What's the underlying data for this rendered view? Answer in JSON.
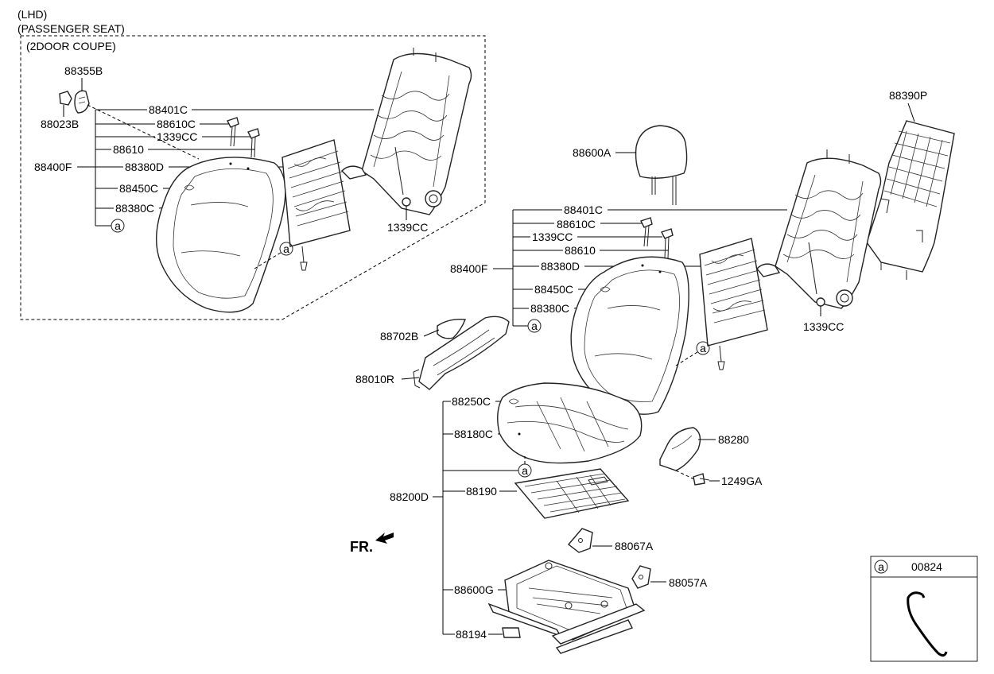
{
  "header": {
    "line1": "(LHD)",
    "line2": "(PASSENGER SEAT)",
    "variant": "(2DOOR COUPE)"
  },
  "coupe_labels": {
    "p88355B": "88355B",
    "p88023B": "88023B",
    "p88401C": "88401C",
    "p88610C": "88610C",
    "p1339CC_a": "1339CC",
    "p88610": "88610",
    "p88400F": "88400F",
    "p88380D": "88380D",
    "p88450C": "88450C",
    "p88380C": "88380C",
    "p1339CC_b": "1339CC",
    "ref_a1": "a",
    "ref_a2": "a"
  },
  "main_labels": {
    "p88600A": "88600A",
    "p88390P": "88390P",
    "p88401C": "88401C",
    "p88610C": "88610C",
    "p1339CC_a": "1339CC",
    "p88610": "88610",
    "p88400F": "88400F",
    "p88380D": "88380D",
    "p88450C": "88450C",
    "p88380C": "88380C",
    "p1339CC_b": "1339CC",
    "p88702B": "88702B",
    "p88010R": "88010R",
    "p88250C": "88250C",
    "p88180C": "88180C",
    "p88280": "88280",
    "p88200D": "88200D",
    "p88190": "88190",
    "p1249GA": "1249GA",
    "p88067A": "88067A",
    "p88600G": "88600G",
    "p88057A": "88057A",
    "p88194": "88194",
    "ref_a1": "a",
    "ref_a2": "a",
    "ref_a3": "a"
  },
  "direction_label": "FR.",
  "legend": {
    "ref": "a",
    "part": "00824"
  }
}
